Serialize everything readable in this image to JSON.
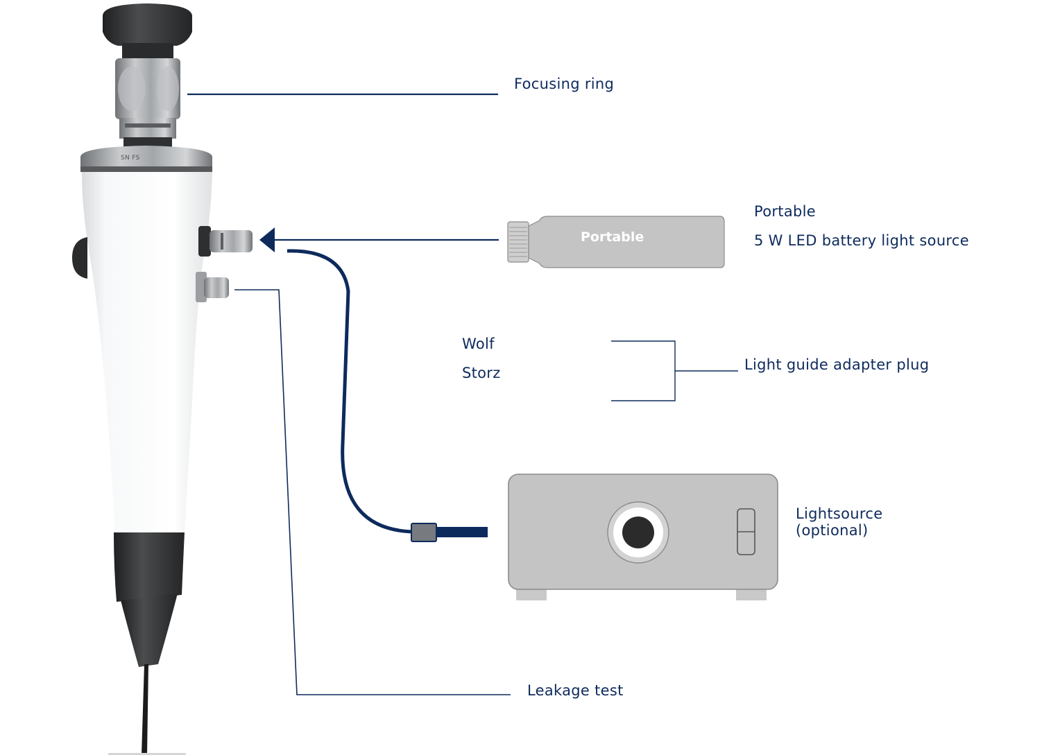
{
  "labels": {
    "focusing_ring": "Focusing ring",
    "portable_title": "Portable",
    "portable_desc": "5 W LED battery light source",
    "portable_device_text": "Portable",
    "wolf": "Wolf",
    "storz": "Storz",
    "light_guide_adapter": "Light guide adapter plug",
    "lightsource_line1": "Lightsource",
    "lightsource_line2": "(optional)",
    "leakage_test": "Leakage test",
    "serial_marking": "SN FS"
  },
  "colors": {
    "line": "#0d2a5c",
    "device_grey": "#c4c4c4",
    "device_outline": "#8a8a8a",
    "scope_white": "#f4f5f6",
    "metal": "#a9abae",
    "dark": "#2e2f30"
  }
}
